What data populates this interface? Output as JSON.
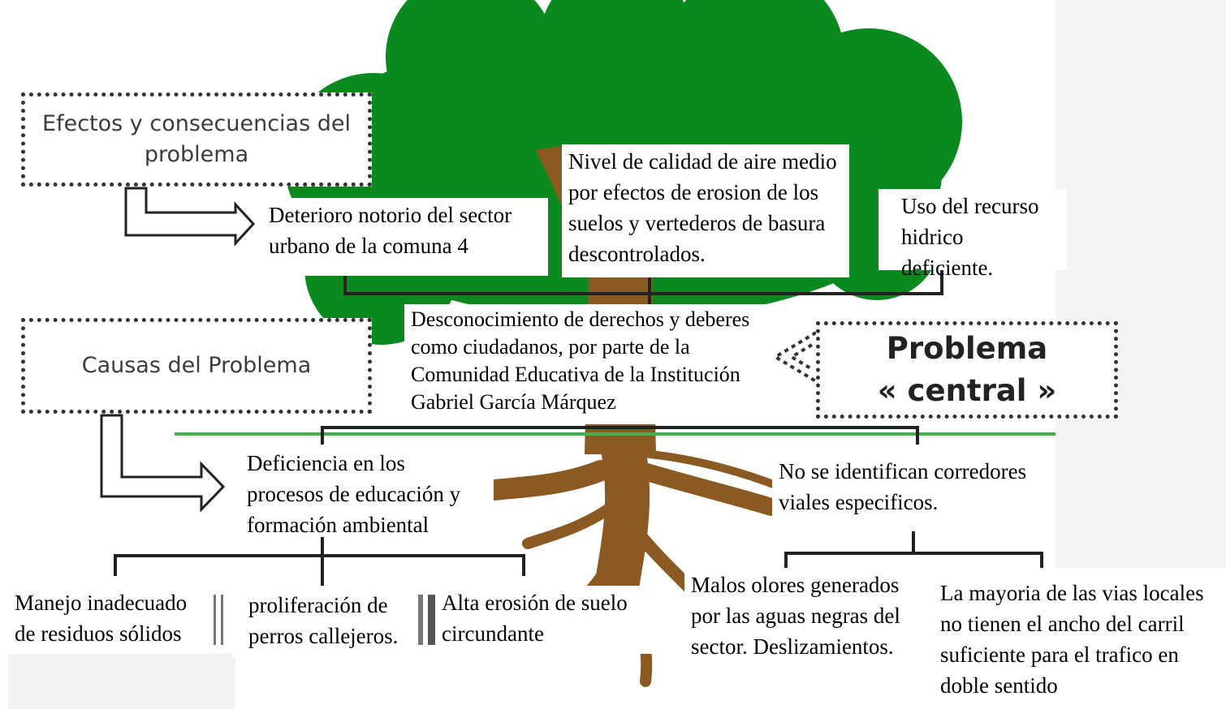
{
  "labels": {
    "effects_title": "Efectos y consecuencias del problema",
    "causes_title": "Causas del Problema",
    "central_line1": "Problema",
    "central_line2": "« central »"
  },
  "effects": {
    "deterioro": "Deterioro notorio del sector urbano de la comuna 4",
    "aire": "Nivel de calidad de aire medio por efectos de erosion de los suelos y vertederos de basura descontrolados.",
    "hidrico": "Uso del recurso hidrico deficiente."
  },
  "central_problem": "Desconocimiento de derechos y deberes como ciudadanos, por parte de la Comunidad Educativa de la Institución Gabriel García Márquez",
  "causes": {
    "educacion": "Deficiencia en los procesos de educación y formación ambiental",
    "corredores": "No se identifican corredores viales especificos."
  },
  "sub_causes": {
    "residuos": "Manejo inadecuado de residuos sólidos",
    "perros": "proliferación de perros callejeros.",
    "erosion": "Alta erosión de suelo circundante",
    "olores": "Malos olores generados por las aguas negras del sector. Deslizamientos.",
    "vias": "La mayoria  de las vias locales no tienen el ancho del carril suficiente para el trafico en doble sentido"
  },
  "colors": {
    "foliage": "#0a8a1e",
    "trunk": "#8b5a22",
    "ground_line": "#3fb24a",
    "connector": "#222222"
  }
}
